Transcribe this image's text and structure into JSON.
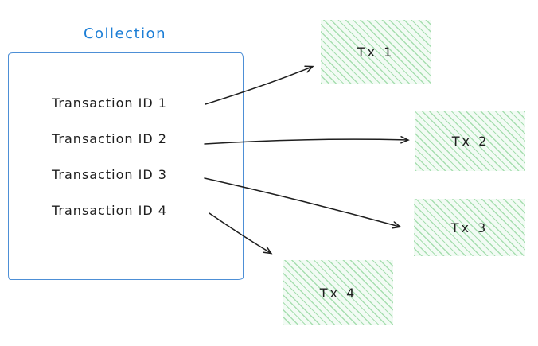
{
  "diagram": {
    "collection": {
      "title": "Collection",
      "items": [
        {
          "label": "Transaction ID 1"
        },
        {
          "label": "Transaction ID 2"
        },
        {
          "label": "Transaction ID 3"
        },
        {
          "label": "Transaction ID 4"
        }
      ]
    },
    "tx_boxes": [
      {
        "label": "Tx 1"
      },
      {
        "label": "Tx 2"
      },
      {
        "label": "Tx 3"
      },
      {
        "label": "Tx 4"
      }
    ],
    "arrows": [
      {
        "from": "Transaction ID 1",
        "to": "Tx 1"
      },
      {
        "from": "Transaction ID 2",
        "to": "Tx 2"
      },
      {
        "from": "Transaction ID 3",
        "to": "Tx 3"
      },
      {
        "from": "Transaction ID 4",
        "to": "Tx 4"
      }
    ],
    "colors": {
      "collection_border": "#4d8fd6",
      "collection_title": "#1c7ed6",
      "tx_fill": "#f2fbf4",
      "tx_hatch": "#69c779",
      "text": "#1e1e1e",
      "arrow": "#1e1e1e"
    }
  }
}
